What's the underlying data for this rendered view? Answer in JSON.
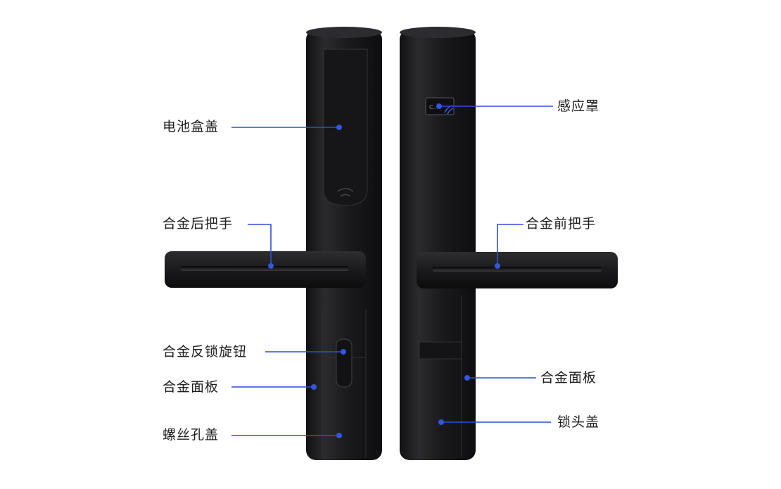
{
  "labels": {
    "battery_cover": "电池盒盖",
    "rear_handle": "合金后把手",
    "anti_lock_knob": "合金反锁旋钮",
    "rear_panel": "合金面板",
    "screw_hole_cover": "螺丝孔盖",
    "sensor_cover": "感应罩",
    "front_handle": "合金前把手",
    "front_panel": "合金面板",
    "lock_head_cover": "锁头盖"
  },
  "sensor_tag_text": "C..",
  "colors": {
    "leader_line": "#2d4fd6",
    "dot": "#3355e0",
    "body": "#1b1b1d",
    "body_edge": "#2a2a2d",
    "text": "#1e1e1e"
  }
}
